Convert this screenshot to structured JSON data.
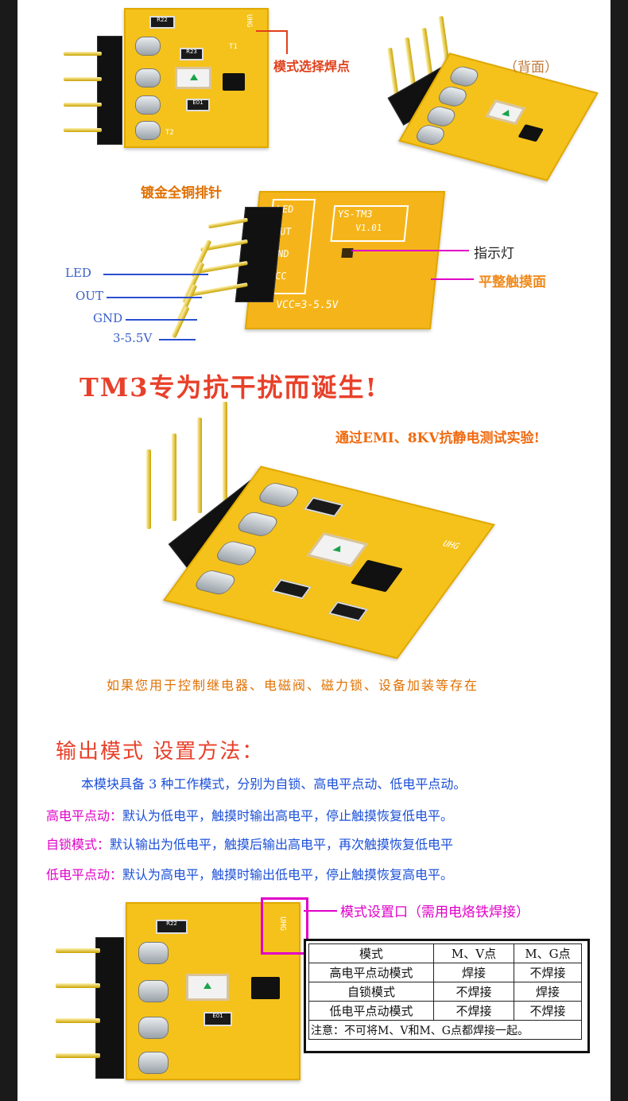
{
  "top": {
    "mode_select_label": "模式选择焊点",
    "back_label": "（背面）",
    "board_silk": {
      "uhg": "UHG",
      "t1": "T1",
      "t2": "T2",
      "r22": "R22",
      "r23": "R23",
      "e01": "E01"
    }
  },
  "pins_diagram": {
    "header_label": "镀金全铜排针",
    "pin_labels": [
      "LED",
      "OUT",
      "GND",
      "3-5.5V"
    ],
    "board_silk_pins": [
      "LED",
      "OUT",
      "GND",
      "VCC"
    ],
    "board_model": "YS-TM3",
    "board_version": "V1.01",
    "board_vcc": "VCC=3-5.5V",
    "indicator_label": "指示灯",
    "touch_label": "平整触摸面"
  },
  "promo": {
    "headline": "TM3专为抗干扰而诞生!",
    "subline": "通过EMI、8KV抗静电测试实验!",
    "applications": "如果您用于控制继电器、电磁阀、磁力锁、设备加装等存在"
  },
  "settings": {
    "title": "输出模式 设置方法：",
    "intro": "本模块具备 3 种工作模式，分别为自锁、高电平点动、低电平点动。",
    "rows": [
      {
        "label": "高电平点动：",
        "text": "默认为低电平，触摸时输出高电平，停止触摸恢复低电平。"
      },
      {
        "label": "自锁模式：",
        "text": "默认输出为低电平，触摸后输出高电平，再次触摸恢复低电平"
      },
      {
        "label": "低电平点动：",
        "text": "默认为高电平，触摸时输出低电平，停止触摸恢复高电平。"
      }
    ]
  },
  "bottom": {
    "port_label": "模式设置口（需用电烙铁焊接）",
    "table": {
      "header": [
        "模式",
        "M、V点",
        "M、G点"
      ],
      "rows": [
        [
          "高电平点动模式",
          "焊接",
          "不焊接"
        ],
        [
          "自锁模式",
          "不焊接",
          "焊接"
        ],
        [
          "低电平点动模式",
          "不焊接",
          "不焊接"
        ]
      ],
      "note": "注意：不可将M、V和M、G点都焊接一起。"
    }
  }
}
